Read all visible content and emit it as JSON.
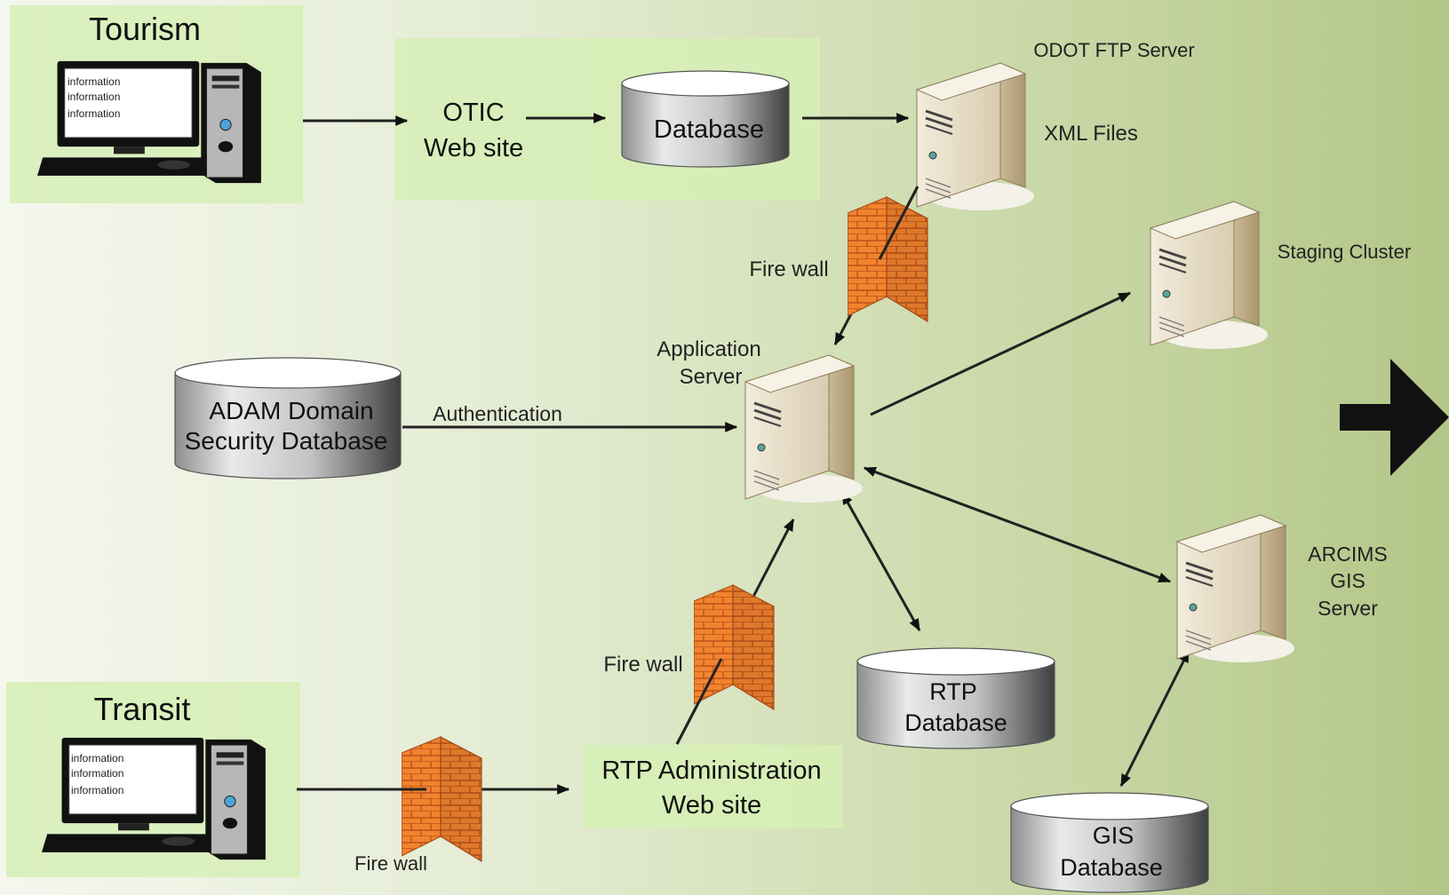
{
  "groups": {
    "tourism": "Tourism",
    "transit": "Transit"
  },
  "screen_lines": [
    "information",
    "information",
    "information"
  ],
  "nodes": {
    "otic_line1": "OTIC",
    "otic_line2": "Web site",
    "database": "Database",
    "odot_ftp_server": "ODOT FTP Server",
    "xml_files": "XML Files",
    "staging_cluster": "Staging Cluster",
    "application_server_line1": "Application",
    "application_server_line2": "Server",
    "adam_line1": "ADAM Domain",
    "adam_line2": "Security Database",
    "authentication": "Authentication",
    "arcims_line1": "ARCIMS",
    "arcims_line2": "GIS",
    "arcims_line3": "Server",
    "rtp_db_line1": "RTP",
    "rtp_db_line2": "Database",
    "gis_db_line1": "GIS",
    "gis_db_line2": "Database",
    "rtp_admin_line1": "RTP Administration",
    "rtp_admin_line2": "Web site"
  },
  "firewalls": {
    "top": "Fire wall",
    "middle": "Fire wall",
    "bottom": "Fire wall"
  },
  "colors": {
    "panel_fill": "#d6efb6",
    "firewall": "#f07f2a",
    "server": "#e6dcc6",
    "cylinder": "#c9cbcb"
  }
}
